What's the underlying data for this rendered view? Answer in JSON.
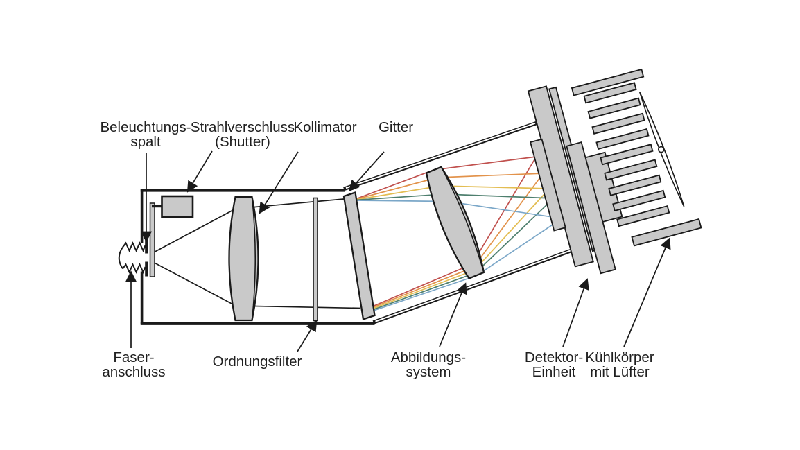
{
  "labels": {
    "illumination_slit": {
      "line1": "Beleuchtungs-",
      "line2": "spalt"
    },
    "shutter": {
      "line1": "Strahlverschluss",
      "line2": "(Shutter)"
    },
    "collimator": {
      "line1": "Kollimator"
    },
    "grating": {
      "line1": "Gitter"
    },
    "fiber_connector": {
      "line1": "Faser-",
      "line2": "anschluss"
    },
    "order_filter": {
      "line1": "Ordnungsfilter"
    },
    "imaging_system": {
      "line1": "Abbildungs-",
      "line2": "system"
    },
    "detector_unit": {
      "line1": "Detektor-",
      "line2": "Einheit"
    },
    "heatsink": {
      "line1": "Kühlkörper",
      "line2": "mit Lüfter"
    }
  },
  "colors": {
    "component_fill": "#c9c9c9",
    "line": "#1a1a1a",
    "ray_red": "#c0504d",
    "ray_orange": "#e2924a",
    "ray_yellow": "#e3bd52",
    "ray_teal": "#4e7f6e",
    "ray_blue": "#7ba7c8",
    "fan_fill": "#ffffff"
  }
}
